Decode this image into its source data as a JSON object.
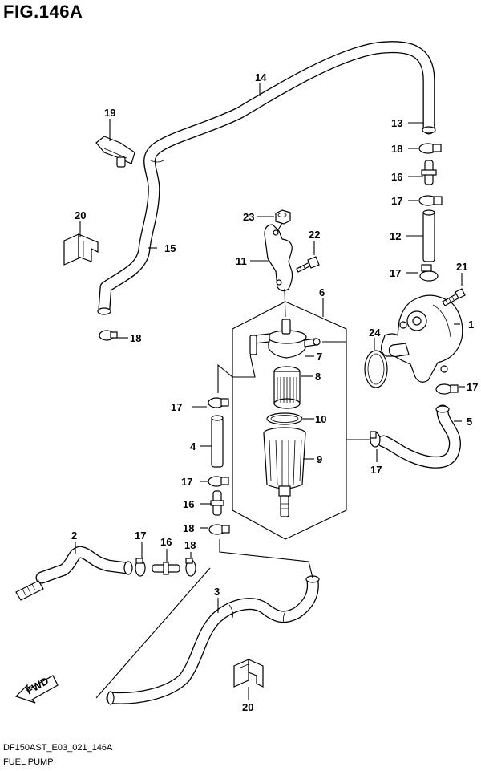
{
  "figure": {
    "title": "FIG.146A",
    "code": "DF150AST_E03_021_146A",
    "name": "FUEL PUMP",
    "direction_label": "FWD"
  },
  "callouts": [
    {
      "id": "c14",
      "text": "14"
    },
    {
      "id": "c19",
      "text": "19"
    },
    {
      "id": "c13",
      "text": "13"
    },
    {
      "id": "c18a",
      "text": "18"
    },
    {
      "id": "c16a",
      "text": "16"
    },
    {
      "id": "c17a",
      "text": "17"
    },
    {
      "id": "c20a",
      "text": "20"
    },
    {
      "id": "c23",
      "text": "23"
    },
    {
      "id": "c22",
      "text": "22"
    },
    {
      "id": "c12",
      "text": "12"
    },
    {
      "id": "c15",
      "text": "15"
    },
    {
      "id": "c11",
      "text": "11"
    },
    {
      "id": "c17b",
      "text": "17"
    },
    {
      "id": "c21",
      "text": "21"
    },
    {
      "id": "c6",
      "text": "6"
    },
    {
      "id": "c1",
      "text": "1"
    },
    {
      "id": "c18b",
      "text": "18"
    },
    {
      "id": "c24",
      "text": "24"
    },
    {
      "id": "c7",
      "text": "7"
    },
    {
      "id": "c8",
      "text": "8"
    },
    {
      "id": "c17c",
      "text": "17"
    },
    {
      "id": "c17d",
      "text": "17"
    },
    {
      "id": "c10",
      "text": "10"
    },
    {
      "id": "c5",
      "text": "5"
    },
    {
      "id": "c4",
      "text": "4"
    },
    {
      "id": "c9",
      "text": "9"
    },
    {
      "id": "c17e",
      "text": "17"
    },
    {
      "id": "c17f",
      "text": "17"
    },
    {
      "id": "c16b",
      "text": "16"
    },
    {
      "id": "c18c",
      "text": "18"
    },
    {
      "id": "c2",
      "text": "2"
    },
    {
      "id": "c17g",
      "text": "17"
    },
    {
      "id": "c16c",
      "text": "16"
    },
    {
      "id": "c18d",
      "text": "18"
    },
    {
      "id": "c3",
      "text": "3"
    },
    {
      "id": "c20b",
      "text": "20"
    }
  ]
}
